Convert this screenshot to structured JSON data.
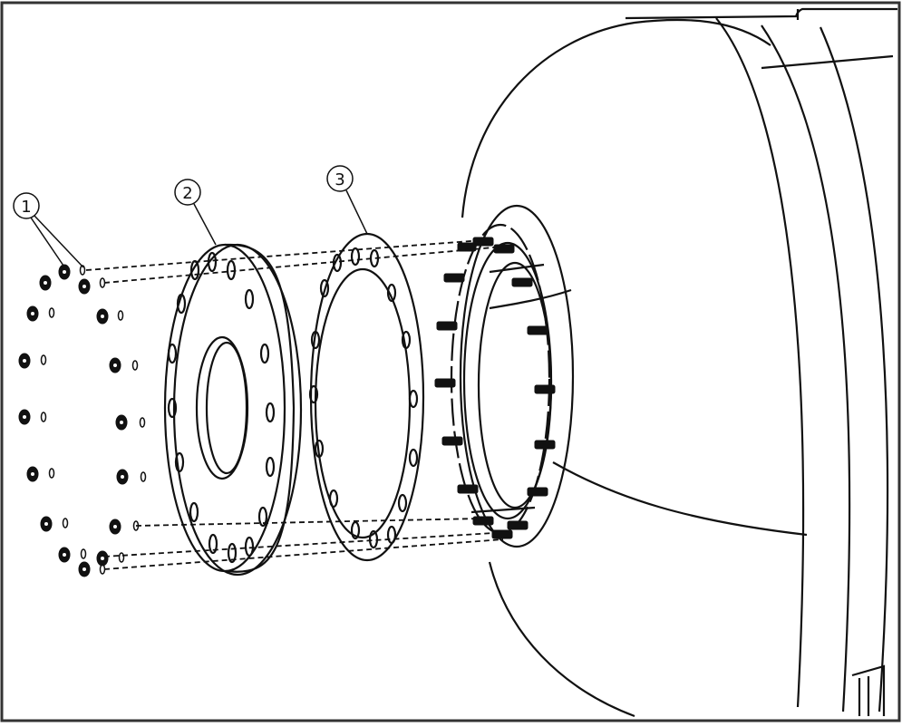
{
  "diagram": {
    "type": "exploded-assembly",
    "callouts": [
      {
        "id": "1",
        "label": "1",
        "part": "nuts"
      },
      {
        "id": "2",
        "label": "2",
        "part": "blind-flange"
      },
      {
        "id": "3",
        "label": "3",
        "part": "gasket"
      }
    ],
    "colors": {
      "line": "#111111",
      "background": "#ffffff",
      "frame": "#333333"
    }
  }
}
